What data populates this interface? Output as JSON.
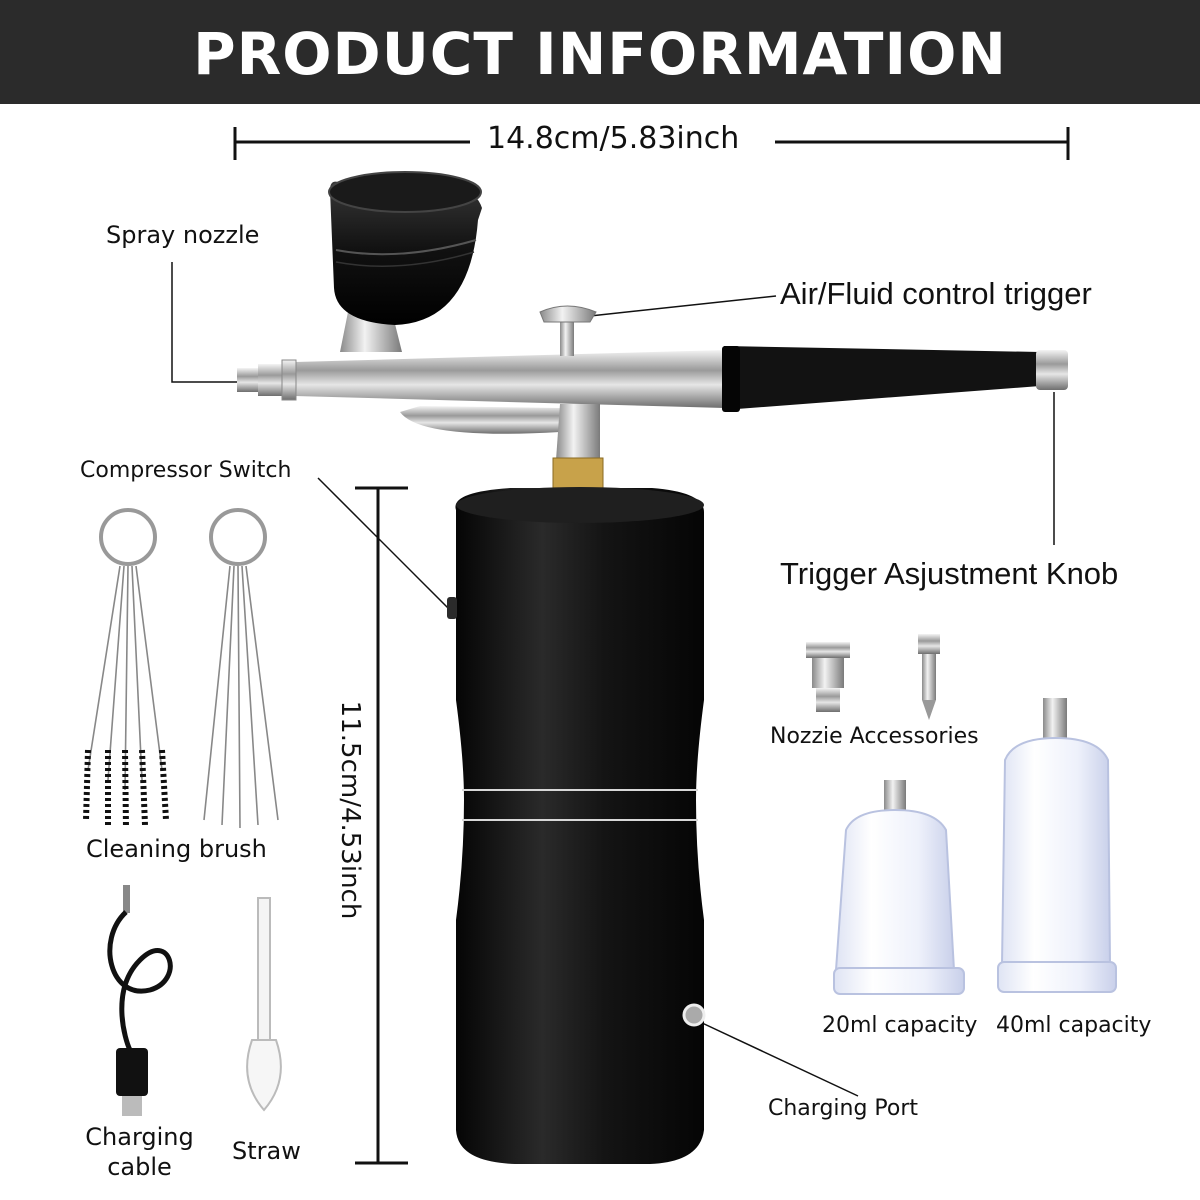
{
  "header": {
    "title": "PRODUCT INFORMATION"
  },
  "dimensions": {
    "length": "14.8cm/5.83inch",
    "height": "11.5cm/4.53inch"
  },
  "labels": {
    "spray_nozzle": "Spray nozzle",
    "trigger": "Air/Fluid control trigger",
    "compressor_switch": "Compressor Switch",
    "adjust_knob": "Trigger Asjustment Knob",
    "nozzle_accessories": "Nozzie Accessories",
    "cleaning_brush": "Cleaning brush",
    "cup_20": "20ml capacity",
    "cup_40": "40ml capacity",
    "charging_cable": "Charging cable",
    "straw": "Straw",
    "charging_port": "Charging Port"
  },
  "colors": {
    "banner": "#2b2b2b",
    "banner_text": "#ffffff",
    "body_black": "#141414",
    "chrome": "#c9c9c9"
  }
}
